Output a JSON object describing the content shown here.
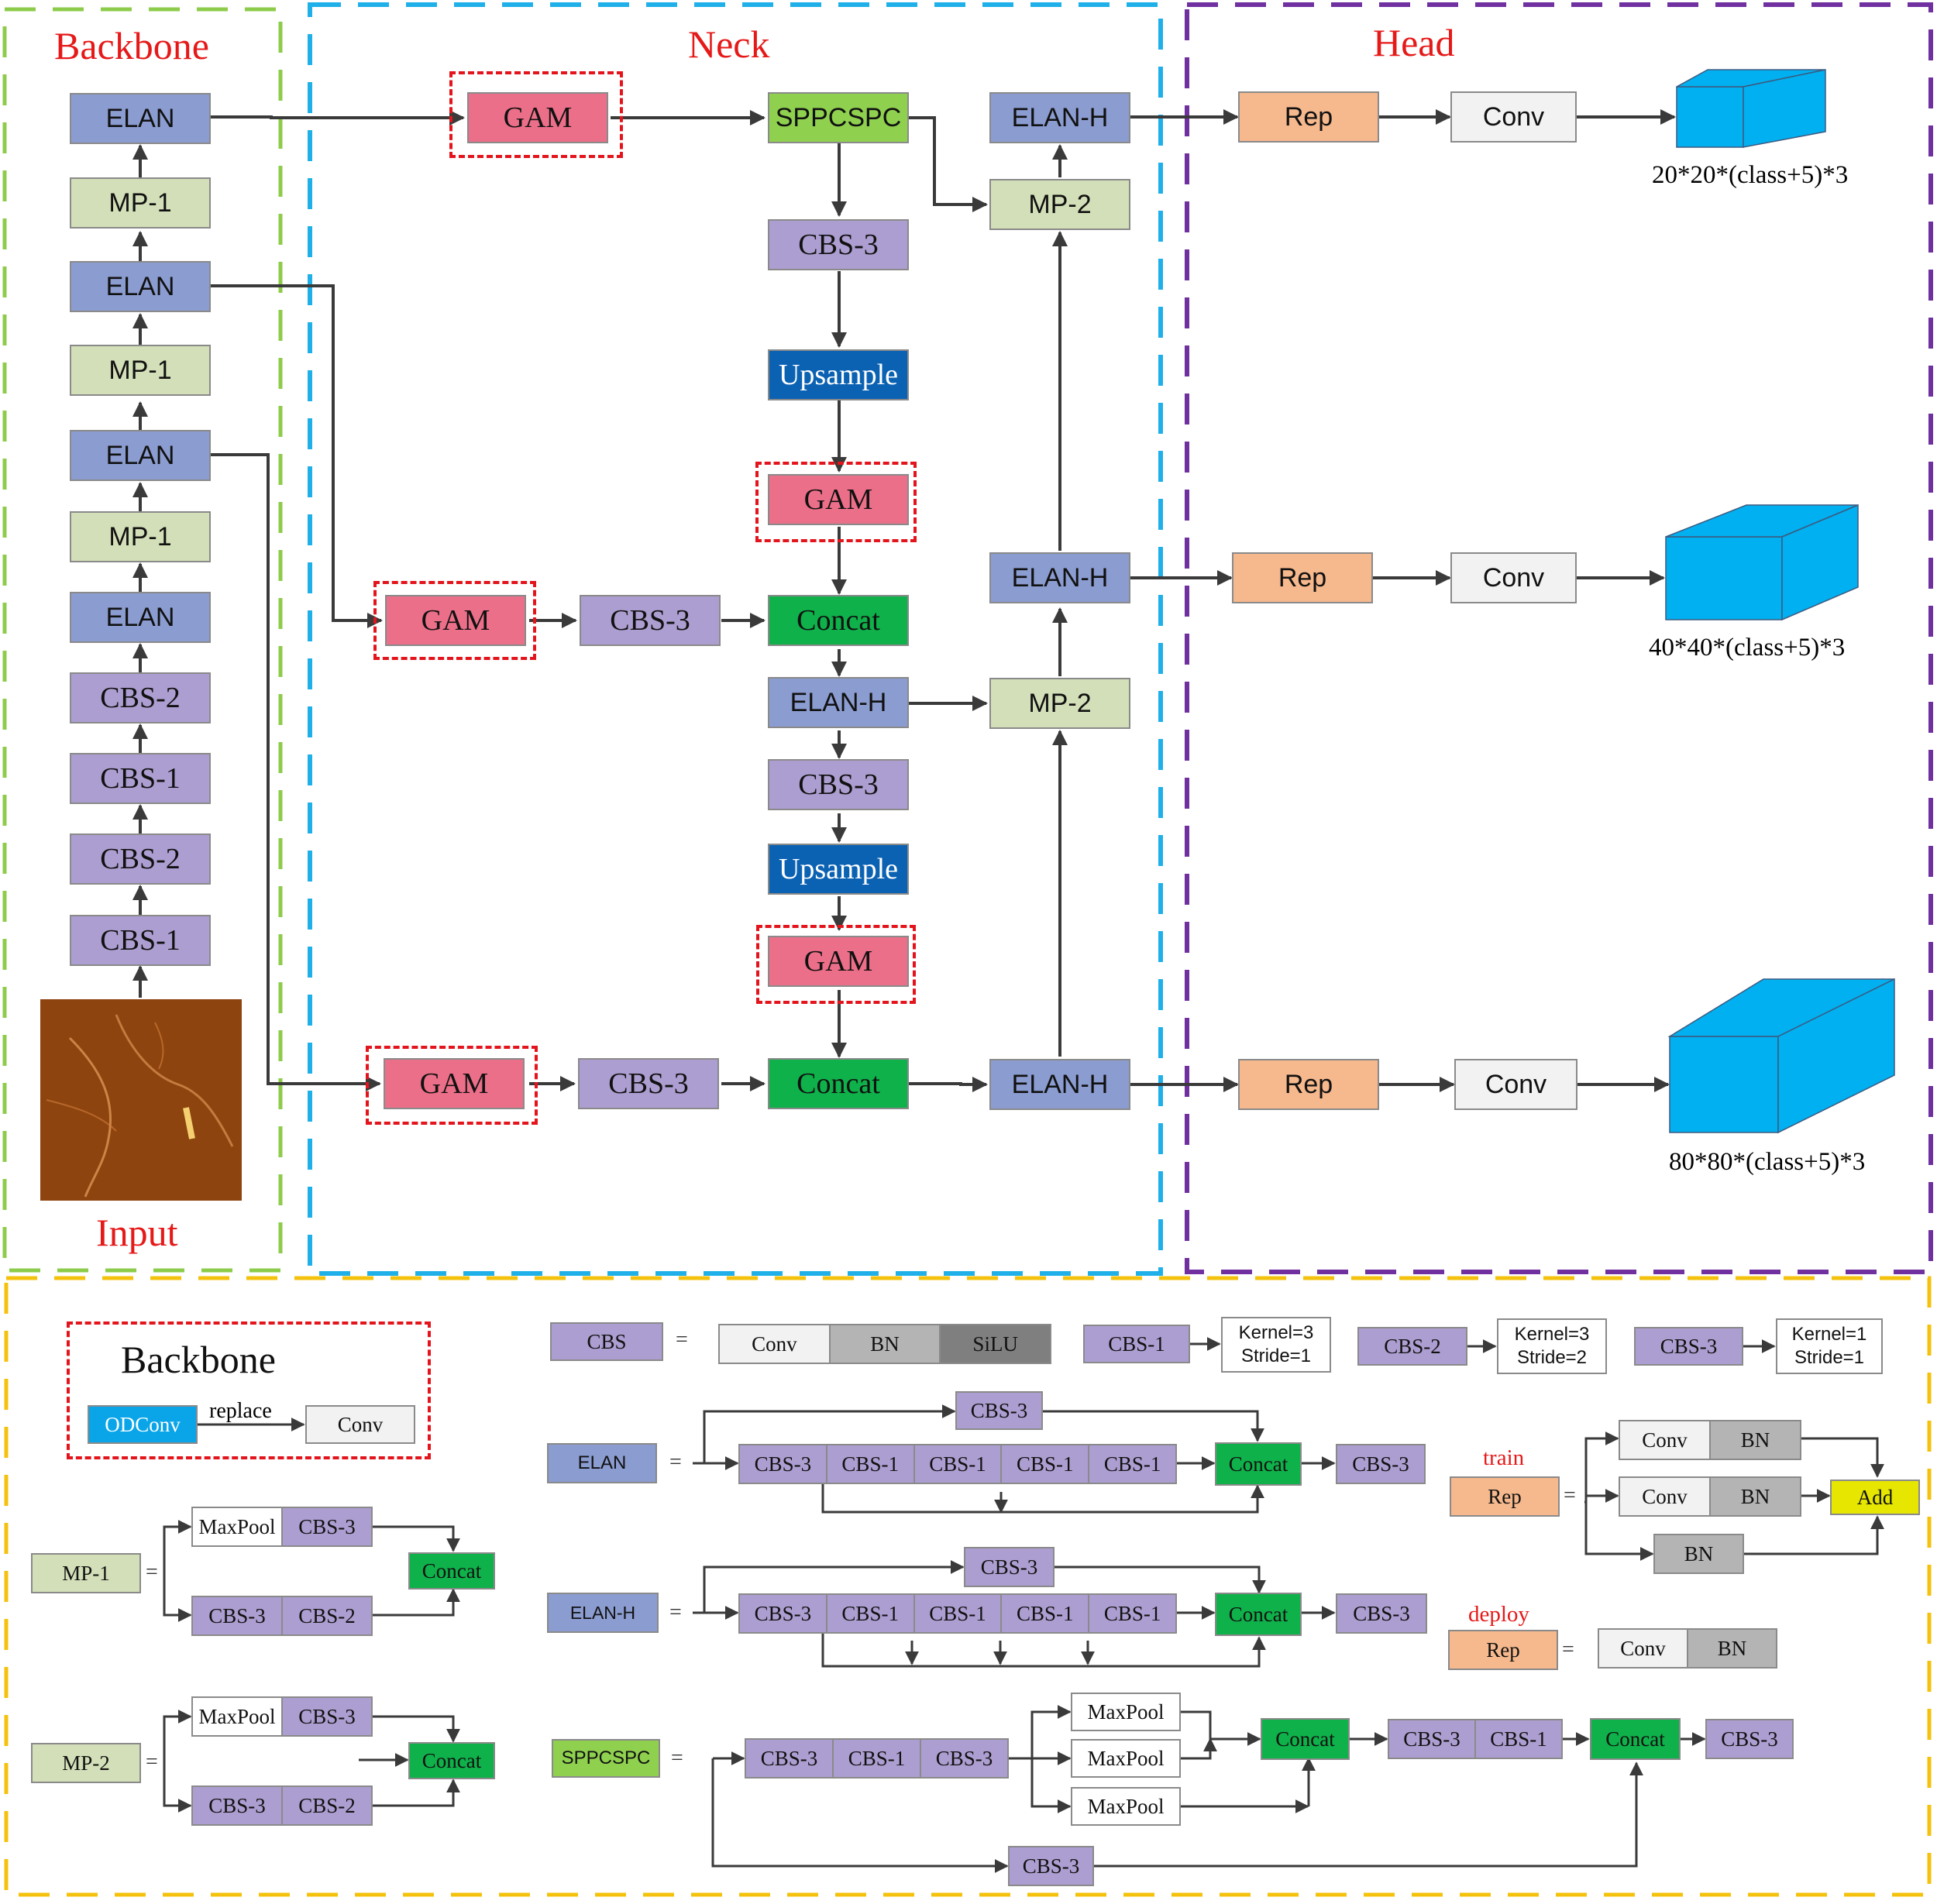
{
  "sections": {
    "backbone": "Backbone",
    "neck": "Neck",
    "head": "Head",
    "input": "Input"
  },
  "backbone_blocks": [
    "ELAN",
    "MP-1",
    "ELAN",
    "MP-1",
    "ELAN",
    "MP-1",
    "ELAN",
    "CBS-2",
    "CBS-1",
    "CBS-2",
    "CBS-1"
  ],
  "neck": {
    "gam": "GAM",
    "sppcspc": "SPPCSPC",
    "cbs3": "CBS-3",
    "upsample": "Upsample",
    "concat": "Concat",
    "elanh": "ELAN-H",
    "mp2": "MP-2"
  },
  "head": {
    "rep": "Rep",
    "conv": "Conv",
    "out1": "20*20*(class+5)*3",
    "out2": "40*40*(class+5)*3",
    "out3": "80*80*(class+5)*3"
  },
  "legend": {
    "backbone_title": "Backbone",
    "odconv": "ODConv",
    "replace": "replace",
    "conv": "Conv",
    "eq": "=",
    "cbs": "CBS",
    "bn": "BN",
    "silu": "SiLU",
    "cbs1": "CBS-1",
    "cbs2": "CBS-2",
    "cbs3": "CBS-3",
    "k3s1_k": "Kernel=3",
    "k3s1_s": "Stride=1",
    "k3s2_k": "Kernel=3",
    "k3s2_s": "Stride=2",
    "k1s1_k": "Kernel=1",
    "k1s1_s": "Stride=1",
    "elan": "ELAN",
    "elanh": "ELAN-H",
    "concat": "Concat",
    "mp1": "MP-1",
    "mp2": "MP-2",
    "maxpool": "MaxPool",
    "sppcspc": "SPPCSPC",
    "train": "train",
    "deploy": "deploy",
    "rep": "Rep",
    "add": "Add"
  },
  "colors": {
    "backbone_frame": "#8ccc4a",
    "neck_frame": "#1fb0ea",
    "head_frame": "#7030a0",
    "legend_frame": "#f4c20d",
    "gam_highlight": "#e3141b",
    "output_cube": "#00b0f0"
  }
}
